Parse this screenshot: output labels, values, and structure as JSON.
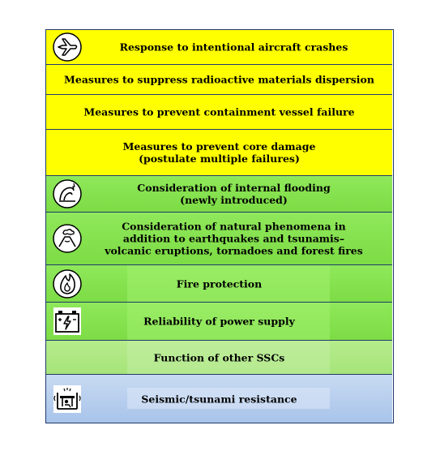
{
  "rows": [
    {
      "id": "aircraft",
      "text": "Response to intentional aircraft crashes",
      "icon": "airplane-icon"
    },
    {
      "id": "dispersion",
      "text": "Measures to suppress radioactive materials dispersion"
    },
    {
      "id": "containment",
      "text": "Measures to prevent containment vessel failure"
    },
    {
      "id": "core",
      "text": "Measures to prevent core damage\n(postulate multiple failures)"
    },
    {
      "id": "flooding",
      "text": "Consideration of internal flooding\n(newly introduced)",
      "icon": "flooding-icon"
    },
    {
      "id": "natural",
      "text": "Consideration of natural phenomena in\naddition to earthquakes and tsunamis–\nvolcanic eruptions, tornadoes and forest fires",
      "icon": "volcano-icon"
    },
    {
      "id": "fire",
      "text": "Fire protection",
      "icon": "fire-icon"
    },
    {
      "id": "power",
      "text": "Reliability of power supply",
      "icon": "battery-icon"
    },
    {
      "id": "ssc",
      "text": "Function of other SSCs"
    },
    {
      "id": "seismic",
      "text": "Seismic/tsunami resistance",
      "icon": "earthquake-icon"
    }
  ],
  "colors": {
    "border": "#1f3a6b",
    "yellow": "#ffff00",
    "green": "#7ddc45",
    "light_green": "#a6e47a",
    "blue": "#a8c4ea"
  }
}
